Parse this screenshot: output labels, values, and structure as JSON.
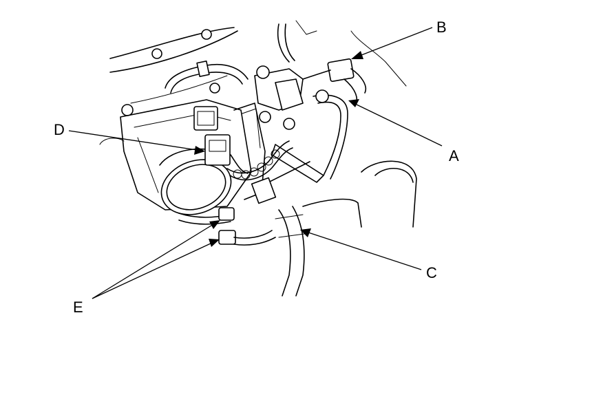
{
  "callouts": {
    "A": "A",
    "B": "B",
    "C": "C",
    "D": "D",
    "E": "E"
  },
  "colors": {
    "ink": "#000000",
    "background": "#ffffff"
  }
}
